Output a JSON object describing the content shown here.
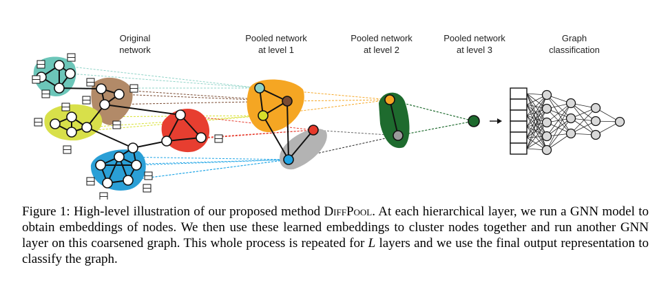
{
  "figure": {
    "stage_labels": [
      [
        "Original",
        "network"
      ],
      [
        "Pooled network",
        "at level 1"
      ],
      [
        "Pooled network",
        "at level 2"
      ],
      [
        "Pooled network",
        "at level 3"
      ],
      [
        "Graph",
        "classification"
      ]
    ],
    "colors": {
      "teal": "#6cc6b9",
      "brown": "#b28a68",
      "yellow_green": "#d8e04a",
      "red": "#e73e30",
      "blue": "#2a9fd6",
      "orange": "#f5a623",
      "gray": "#b3b3b3",
      "dark_green": "#1e6b2e",
      "node_dark_brown": "#7a4b32",
      "node_teal": "#8fd3c7",
      "node_yellow": "#d6e02b",
      "node_red": "#e6392b",
      "node_blue": "#1fa5e6"
    }
  },
  "caption": {
    "label": "Figure 1:",
    "part1": "High-level illustration of our proposed method",
    "method": "DiffPool",
    "part2": ". At each hierarchical layer, we run a GNN model to obtain embeddings of nodes. We then use these learned embeddings to cluster nodes together and run another GNN layer on this coarsened graph. This whole process is repeated for",
    "variable": "L",
    "part3": "layers and we use the final output representation to classify the graph."
  }
}
